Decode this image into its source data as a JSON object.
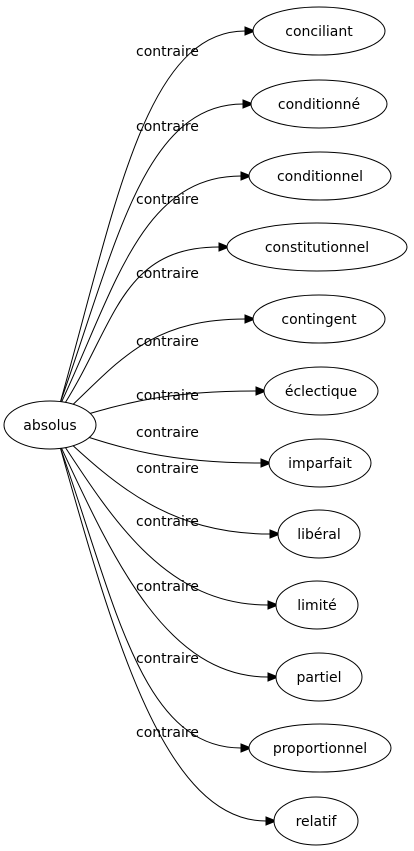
{
  "graph": {
    "source": {
      "label": "absolus"
    },
    "edges": [
      {
        "relation": "contraire",
        "target": "conciliant"
      },
      {
        "relation": "contraire",
        "target": "conditionné"
      },
      {
        "relation": "contraire",
        "target": "conditionnel"
      },
      {
        "relation": "contraire",
        "target": "constitutionnel"
      },
      {
        "relation": "contraire",
        "target": "contingent"
      },
      {
        "relation": "contraire",
        "target": "éclectique"
      },
      {
        "relation": "contraire",
        "target": "imparfait"
      },
      {
        "relation": "contraire",
        "target": "libéral"
      },
      {
        "relation": "contraire",
        "target": "limité"
      },
      {
        "relation": "contraire",
        "target": "partiel"
      },
      {
        "relation": "contraire",
        "target": "proportionnel"
      },
      {
        "relation": "contraire",
        "target": "relatif"
      }
    ]
  }
}
